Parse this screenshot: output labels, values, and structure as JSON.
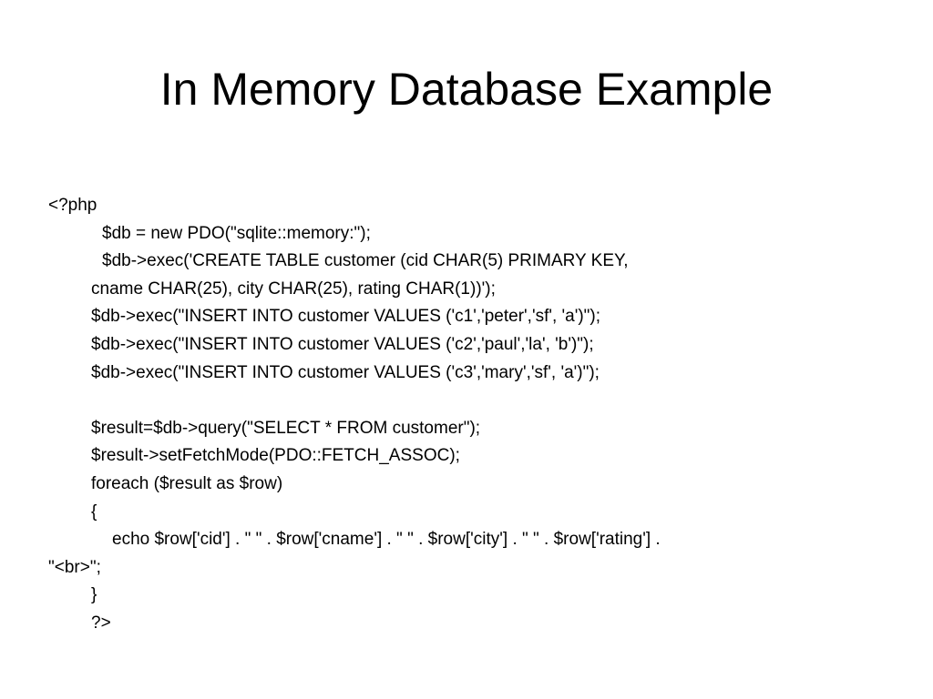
{
  "slide": {
    "title": "In Memory Database Example",
    "code_lines": [
      "<?php",
      "$db = new PDO(\"sqlite::memory:\");",
      "$db->exec('CREATE TABLE customer (cid CHAR(5) PRIMARY KEY,",
      "cname CHAR(25), city CHAR(25), rating CHAR(1))');",
      "$db->exec(\"INSERT INTO customer VALUES ('c1','peter','sf', 'a')\");",
      "$db->exec(\"INSERT INTO customer VALUES ('c2','paul','la', 'b')\");",
      "$db->exec(\"INSERT INTO customer VALUES ('c3','mary','sf', 'a')\");",
      "",
      "$result=$db->query(\"SELECT * FROM customer\");",
      "$result->setFetchMode(PDO::FETCH_ASSOC);",
      "foreach ($result as $row)",
      "{",
      "echo $row['cid'] . \" \" . $row['cname'] . \" \" . $row['city'] . \" \" . $row['rating'] .",
      "\"<br>\";",
      "}",
      "?>"
    ]
  }
}
